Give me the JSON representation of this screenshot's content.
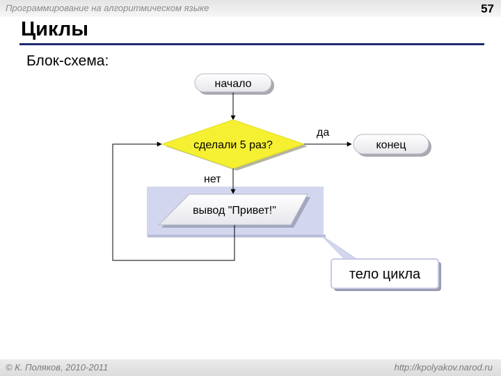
{
  "header": {
    "subtitle": "Программирование на алгоритмическом языке",
    "slide_number": "57"
  },
  "slide": {
    "title": "Циклы",
    "subtitle": "Блок-схема:"
  },
  "flowchart": {
    "start_label": "начало",
    "condition_label": "сделали 5 раз?",
    "yes_label": "да",
    "no_label": "нет",
    "end_label": "конец",
    "output_label": "вывод \"Привет!\"",
    "callout_label": "тело цикла"
  },
  "colors": {
    "title_rule": "#1f2a6e",
    "decision_fill": "#f5f032",
    "loop_body_fill": "#d2d6ee"
  },
  "footer": {
    "author": "© К. Поляков, 2010-2011",
    "site": "http://kpolyakov.narod.ru"
  }
}
